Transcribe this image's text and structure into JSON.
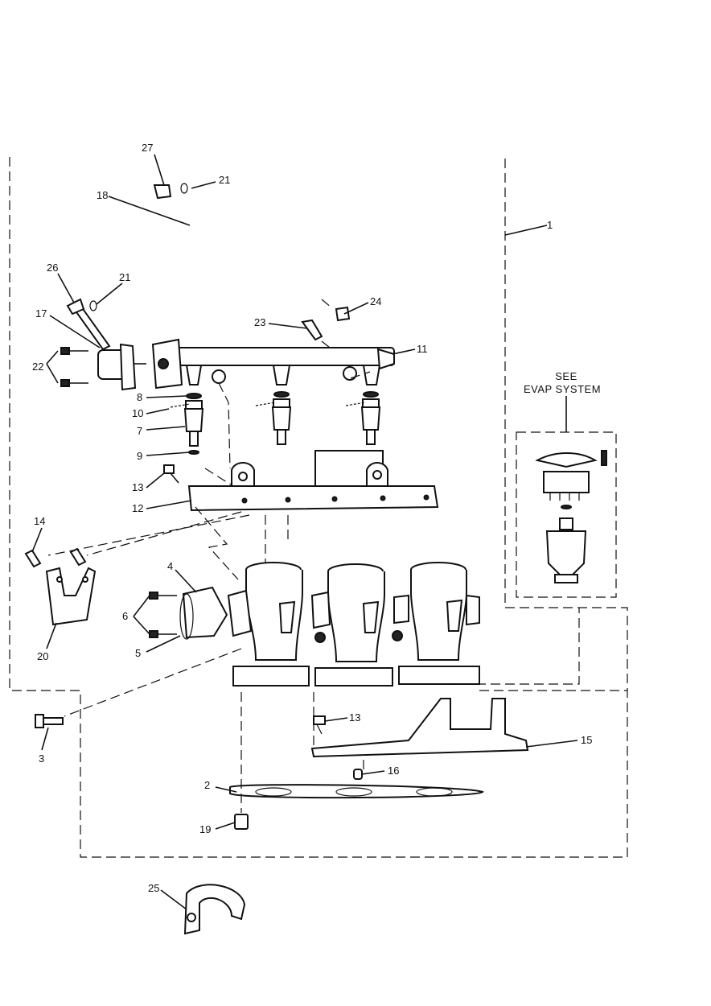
{
  "diagram": {
    "callouts": {
      "c1": "1",
      "c2": "2",
      "c3": "3",
      "c4": "4",
      "c5": "5",
      "c6": "6",
      "c7": "7",
      "c8": "8",
      "c9": "9",
      "c10": "10",
      "c11": "11",
      "c12": "12",
      "c13a": "13",
      "c13b": "13",
      "c14": "14",
      "c15": "15",
      "c16": "16",
      "c17": "17",
      "c18": "18",
      "c19": "19",
      "c20": "20",
      "c21a": "21",
      "c21b": "21",
      "c22": "22",
      "c23": "23",
      "c24": "24",
      "c25": "25",
      "c26": "26",
      "c27": "27"
    },
    "note_line1": "SEE",
    "note_line2": "EVAP SYSTEM"
  }
}
